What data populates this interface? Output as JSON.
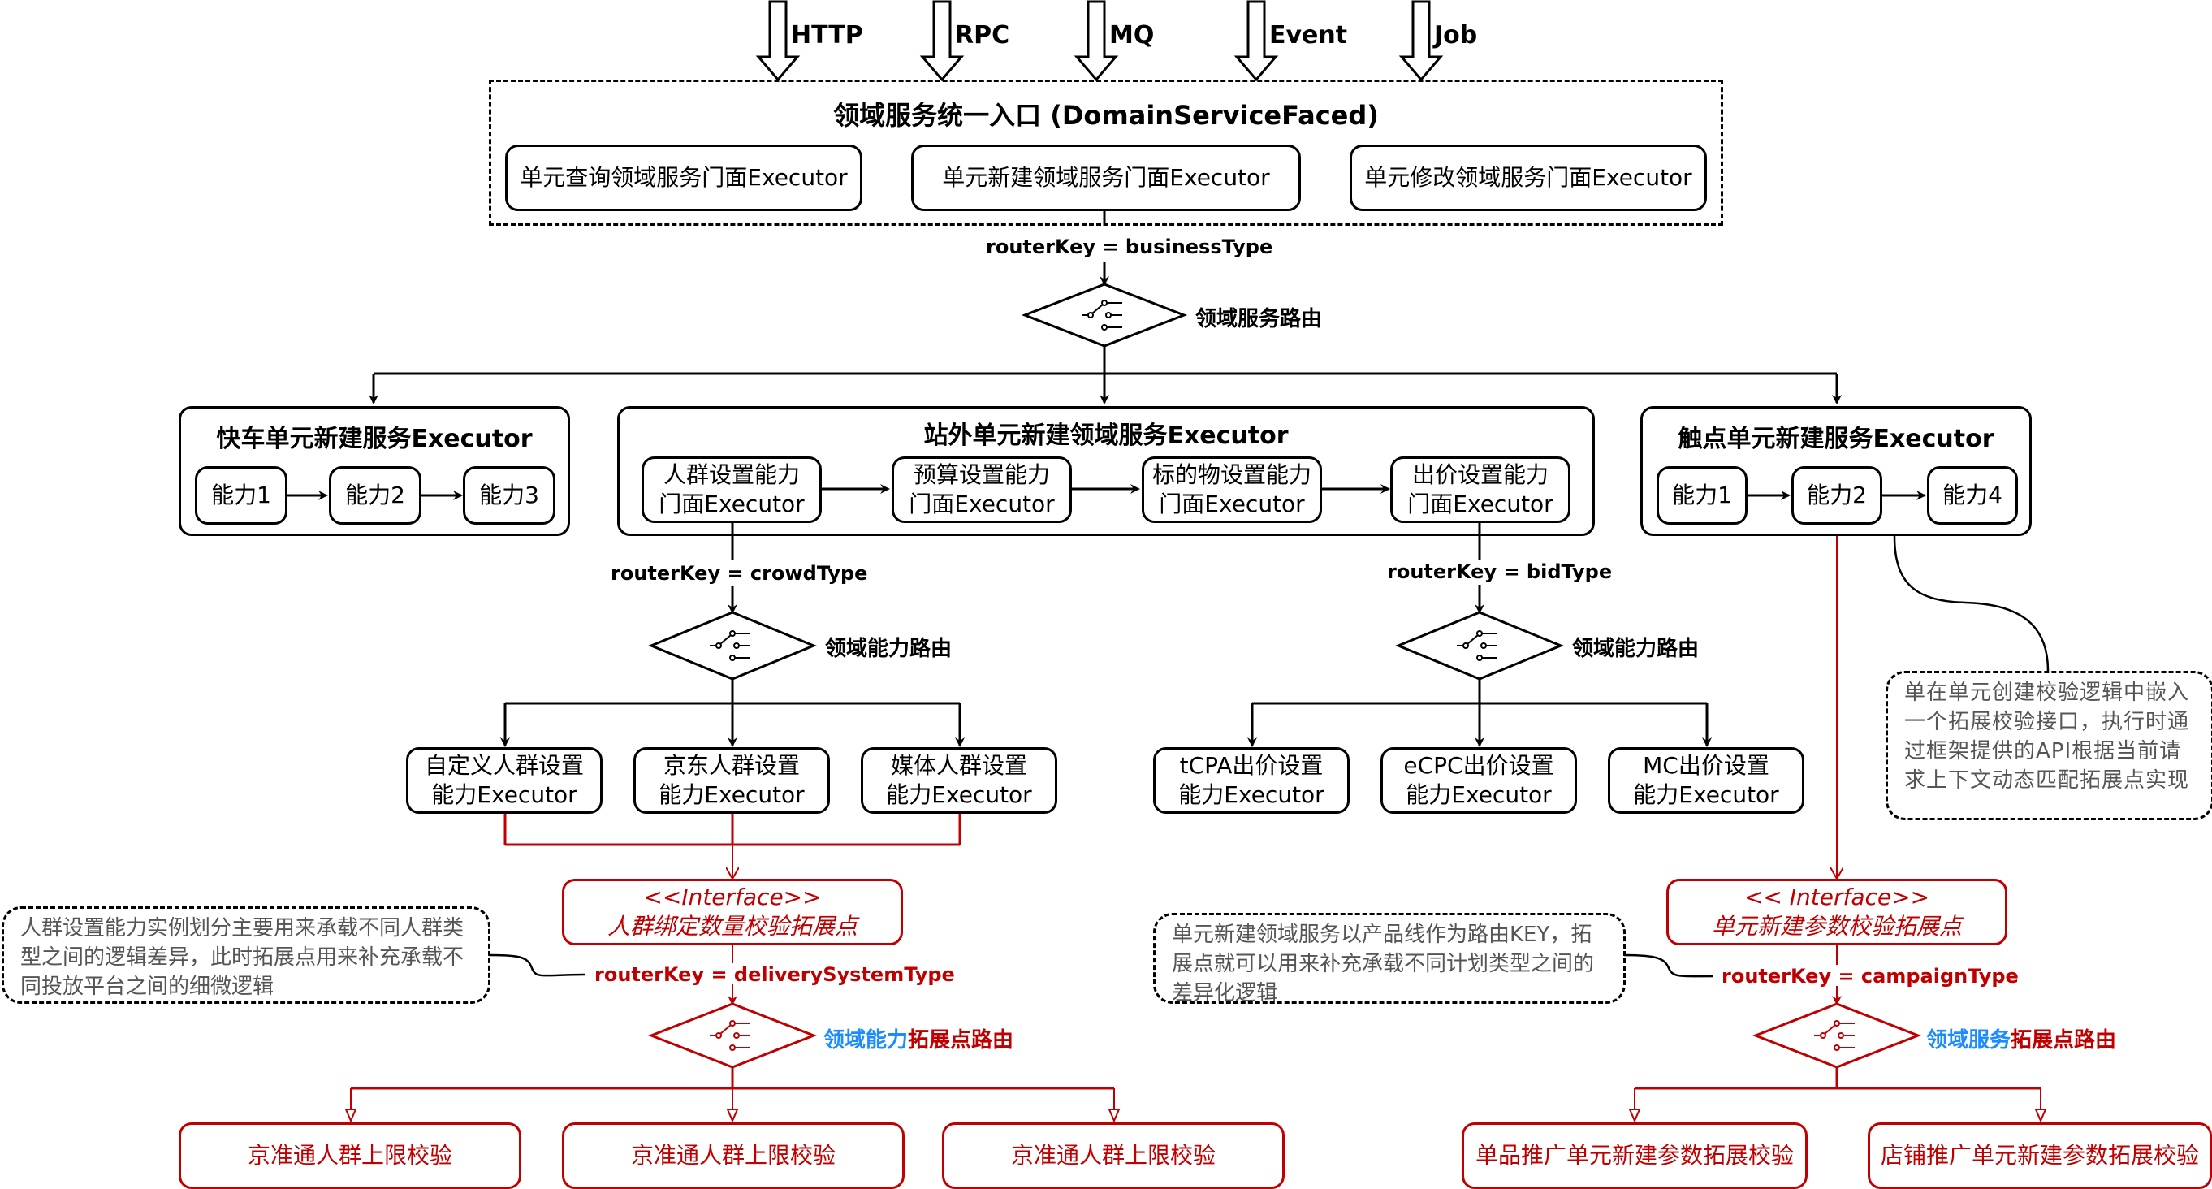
{
  "entry_protocols": [
    "HTTP",
    "RPC",
    "MQ",
    "Event",
    "Job"
  ],
  "facade": {
    "title": "领域服务统一入口 (DomainServiceFaced)",
    "executors": [
      "单元查询领域服务门面Executor",
      "单元新建领域服务门面Executor",
      "单元修改领域服务门面Executor"
    ]
  },
  "service_router": {
    "router_key": "routerKey = businessType",
    "label": "领域服务路由"
  },
  "services": {
    "kuaiche": {
      "title": "快车单元新建服务Executor",
      "abilities": [
        "能力1",
        "能力2",
        "能力3"
      ]
    },
    "zhanwai": {
      "title": "站外单元新建领域服务Executor",
      "abilities": [
        {
          "line1": "人群设置能力",
          "line2": "门面Executor"
        },
        {
          "line1": "预算设置能力",
          "line2": "门面Executor"
        },
        {
          "line1": "标的物设置能力",
          "line2": "门面Executor"
        },
        {
          "line1": "出价设置能力",
          "line2": "门面Executor"
        }
      ]
    },
    "chudian": {
      "title": "触点单元新建服务Executor",
      "abilities": [
        "能力1",
        "能力2",
        "能力4"
      ]
    }
  },
  "crowd_router": {
    "router_key": "routerKey = crowdType",
    "label": "领域能力路由"
  },
  "bid_router": {
    "router_key": "routerKey = bidType",
    "label": "领域能力路由"
  },
  "crowd_executors": [
    {
      "line1": "自定义人群设置",
      "line2": "能力Executor"
    },
    {
      "line1": "京东人群设置",
      "line2": "能力Executor"
    },
    {
      "line1": "媒体人群设置",
      "line2": "能力Executor"
    }
  ],
  "bid_executors": [
    {
      "line1": "tCPA出价设置",
      "line2": "能力Executor"
    },
    {
      "line1": "eCPC出价设置",
      "line2": "能力Executor"
    },
    {
      "line1": "MC出价设置",
      "line2": "能力Executor"
    }
  ],
  "crowd_extension": {
    "stereotype": "<<Interface>>",
    "name": "人群绑定数量校验拓展点",
    "router_key": "routerKey = deliverySystemType",
    "route_label_blue": "领域能力",
    "route_label_red": "拓展点路由",
    "implementations": [
      "京准通人群上限校验",
      "京准通人群上限校验",
      "京准通人群上限校验"
    ]
  },
  "unit_extension": {
    "stereotype": "<< Interface>>",
    "name": "单元新建参数校验拓展点",
    "router_key": "routerKey = campaignType",
    "route_label_blue": "领域服务",
    "route_label_red": "拓展点路由",
    "implementations": [
      "单品推广单元新建参数拓展校验",
      "店铺推广单元新建参数拓展校验"
    ]
  },
  "notes": {
    "embed": "单在单元创建校验逻辑中嵌入一个拓展校验接口，执行时通过框架提供的API根据当前请求上下文动态匹配拓展点实现",
    "crowd": "人群设置能力实例划分主要用来承载不同人群类型之间的逻辑差异，此时拓展点用来补充承载不同投放平台之间的细微逻辑",
    "unit": "单元新建领域服务以产品线作为路由KEY，拓展点就可以用来补充承载不同计划类型之间的差异化逻辑"
  },
  "colors": {
    "primary": "#000000",
    "extension": "#c00000",
    "highlight": "#1a8cff",
    "note_text": "#555555"
  }
}
